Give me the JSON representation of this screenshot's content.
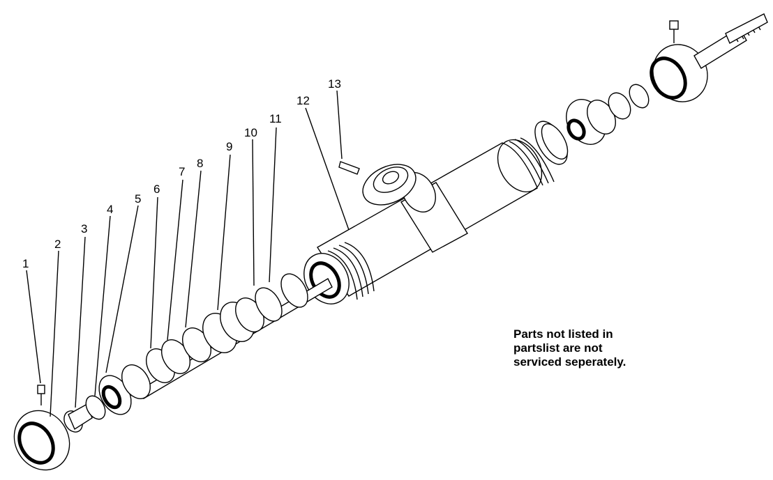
{
  "callouts": [
    {
      "id": "1",
      "label": "1"
    },
    {
      "id": "2",
      "label": "2"
    },
    {
      "id": "3",
      "label": "3"
    },
    {
      "id": "4",
      "label": "4"
    },
    {
      "id": "5",
      "label": "5"
    },
    {
      "id": "6",
      "label": "6"
    },
    {
      "id": "7",
      "label": "7"
    },
    {
      "id": "8",
      "label": "8"
    },
    {
      "id": "9",
      "label": "9"
    },
    {
      "id": "10",
      "label": "10"
    },
    {
      "id": "11",
      "label": "11"
    },
    {
      "id": "12",
      "label": "12"
    },
    {
      "id": "13",
      "label": "13"
    }
  ],
  "note": {
    "line1": "Parts not listed in",
    "line2": "partslist are not",
    "line3": "serviced seperately."
  }
}
